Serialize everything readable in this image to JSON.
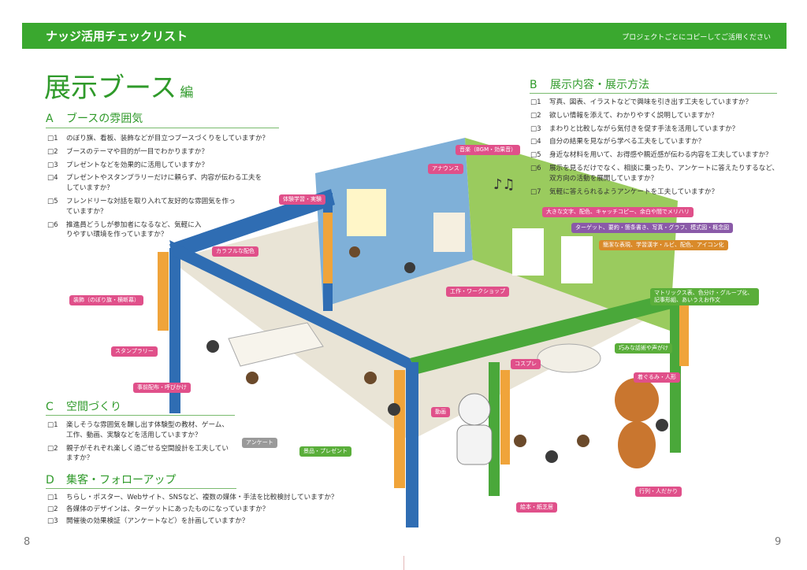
{
  "header": {
    "title": "ナッジ活用チェックリスト",
    "note": "プロジェクトごとにコピーしてご活用ください"
  },
  "page_title": {
    "main": "展示ブース",
    "sub": "編"
  },
  "sections": {
    "A": {
      "label": "A",
      "title": "ブースの雰囲気",
      "items": [
        {
          "num": "□1",
          "text": "のぼり旗、看板、装飾などが目立つブースづくりをしていますか？"
        },
        {
          "num": "□2",
          "text": "ブースのテーマや目的が一目でわかりますか？"
        },
        {
          "num": "□3",
          "text": "プレゼントなどを効果的に活用していますか？"
        },
        {
          "num": "□4",
          "text": "プレゼントやスタンプラリーだけに頼らず、内容が伝わる工夫をしていますか？"
        },
        {
          "num": "□5",
          "text": "フレンドリーな対話を取り入れて友好的な雰囲気を作っていますか？"
        },
        {
          "num": "□6",
          "text": "推進員どうしが参加者になるなど、気軽に入りやすい環境を作っていますか？"
        }
      ]
    },
    "B": {
      "label": "B",
      "title": "展示内容・展示方法",
      "items": [
        {
          "num": "□1",
          "text": "写真、図表、イラストなどで興味を引き出す工夫をしていますか？"
        },
        {
          "num": "□2",
          "text": "欲しい情報を添えて、わかりやすく説明していますか？"
        },
        {
          "num": "□3",
          "text": "まわりと比較しながら気付きを促す手法を活用していますか？"
        },
        {
          "num": "□4",
          "text": "自分の結果を見ながら学べる工夫をしていますか？"
        },
        {
          "num": "□5",
          "text": "身近な材料を用いて、お得感や親近感が伝わる内容を工夫していますか？"
        },
        {
          "num": "□6",
          "text": "展示を見るだけでなく、相談に乗ったり、アンケートに答えたりするなど、双方向の活動を展開していますか？"
        },
        {
          "num": "□7",
          "text": "気軽に答えられるようアンケートを工夫していますか？"
        }
      ]
    },
    "C": {
      "label": "C",
      "title": "空間づくり",
      "items": [
        {
          "num": "□1",
          "text": "楽しそうな雰囲気を醸し出す体験型の教材、ゲーム、工作、動画、実験などを活用していますか？"
        },
        {
          "num": "□2",
          "text": "親子がそれぞれ楽しく過ごせる空間設計を工夫していますか？"
        }
      ]
    },
    "D": {
      "label": "D",
      "title": "集客・フォローアップ",
      "items": [
        {
          "num": "□1",
          "text": "ちらし・ポスター、Webサイト、SNSなど、複数の媒体・手法を比較検討していますか？"
        },
        {
          "num": "□2",
          "text": "各媒体のデザインは、ターゲットにあったものになっていますか？"
        },
        {
          "num": "□3",
          "text": "開催後の効果検証（アンケートなど）を計画していますか？"
        }
      ]
    }
  },
  "tags": {
    "bgm": "音楽（BGM・効果音）",
    "announce": "アナウンス",
    "taiken": "体験学習・実験",
    "colorful": "カラフルな配色",
    "soushoku": "装飾（のぼり旗・横断幕）",
    "stamp": "スタンプラリー",
    "jizen": "事前配布・呼びかけ",
    "enquete": "アンケート",
    "keihin": "景品・プレゼント",
    "douga": "動画",
    "kousaku": "工作・ワークショップ",
    "ehon": "絵本・紙芝居",
    "gyouretsu": "行列・人だかり",
    "kigurumi": "着ぐるみ・人形",
    "cosplay": "コスプレ",
    "takumi": "巧みな話術や声がけ",
    "matrix": "マトリックス表、色分け・グループ化、記事形組、あいうえお作文",
    "target": "ターゲット、要約・箇条書き、写真・グラフ、模式図・概念図",
    "ookina": "大きな文字、配色、キャッチコピー、余白や間でメリハリ",
    "kanri": "簡潔な表現、学習漢字・ルビ、配色、アイコン化"
  },
  "pages": {
    "left": "8",
    "right": "9"
  }
}
